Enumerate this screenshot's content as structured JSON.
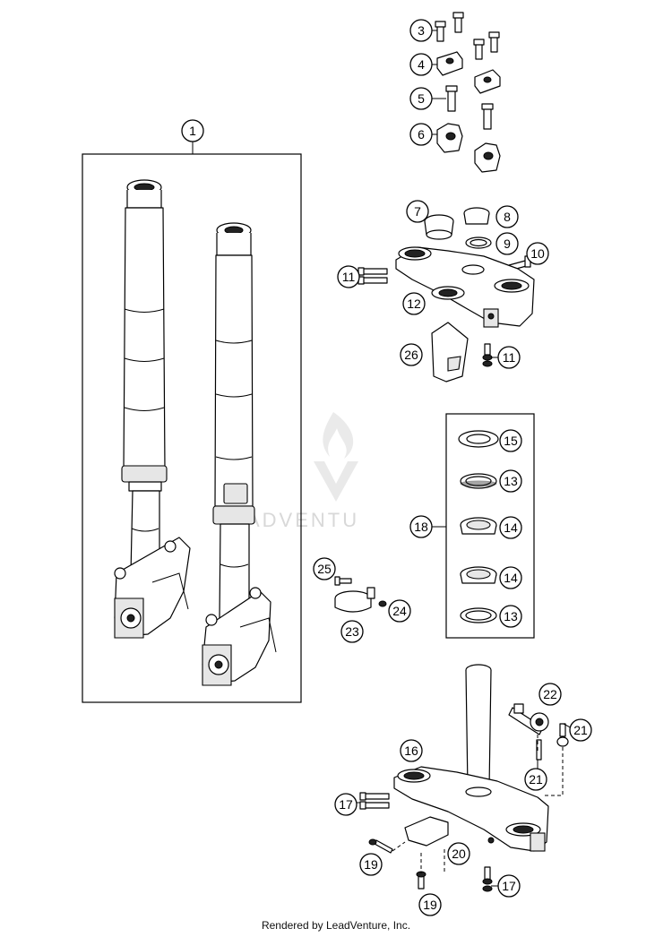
{
  "diagram": {
    "callouts": [
      {
        "id": "c1",
        "label": "1"
      },
      {
        "id": "c3",
        "label": "3"
      },
      {
        "id": "c4",
        "label": "4"
      },
      {
        "id": "c5",
        "label": "5"
      },
      {
        "id": "c6",
        "label": "6"
      },
      {
        "id": "c7",
        "label": "7"
      },
      {
        "id": "c8",
        "label": "8"
      },
      {
        "id": "c9",
        "label": "9"
      },
      {
        "id": "c10",
        "label": "10"
      },
      {
        "id": "c11a",
        "label": "11"
      },
      {
        "id": "c12",
        "label": "12"
      },
      {
        "id": "c26",
        "label": "26"
      },
      {
        "id": "c11b",
        "label": "11"
      },
      {
        "id": "c15",
        "label": "15"
      },
      {
        "id": "c13a",
        "label": "13"
      },
      {
        "id": "c18",
        "label": "18"
      },
      {
        "id": "c14a",
        "label": "14"
      },
      {
        "id": "c14b",
        "label": "14"
      },
      {
        "id": "c13b",
        "label": "13"
      },
      {
        "id": "c25",
        "label": "25"
      },
      {
        "id": "c24",
        "label": "24"
      },
      {
        "id": "c23",
        "label": "23"
      },
      {
        "id": "c22",
        "label": "22"
      },
      {
        "id": "c21a",
        "label": "21"
      },
      {
        "id": "c21b",
        "label": "21"
      },
      {
        "id": "c16",
        "label": "16"
      },
      {
        "id": "c17a",
        "label": "17"
      },
      {
        "id": "c20",
        "label": "20"
      },
      {
        "id": "c19a",
        "label": "19"
      },
      {
        "id": "c19b",
        "label": "19"
      },
      {
        "id": "c17b",
        "label": "17"
      }
    ]
  },
  "watermark": {
    "text": "ADVENTU"
  },
  "footer": {
    "text": "Rendered by LeadVenture, Inc."
  }
}
